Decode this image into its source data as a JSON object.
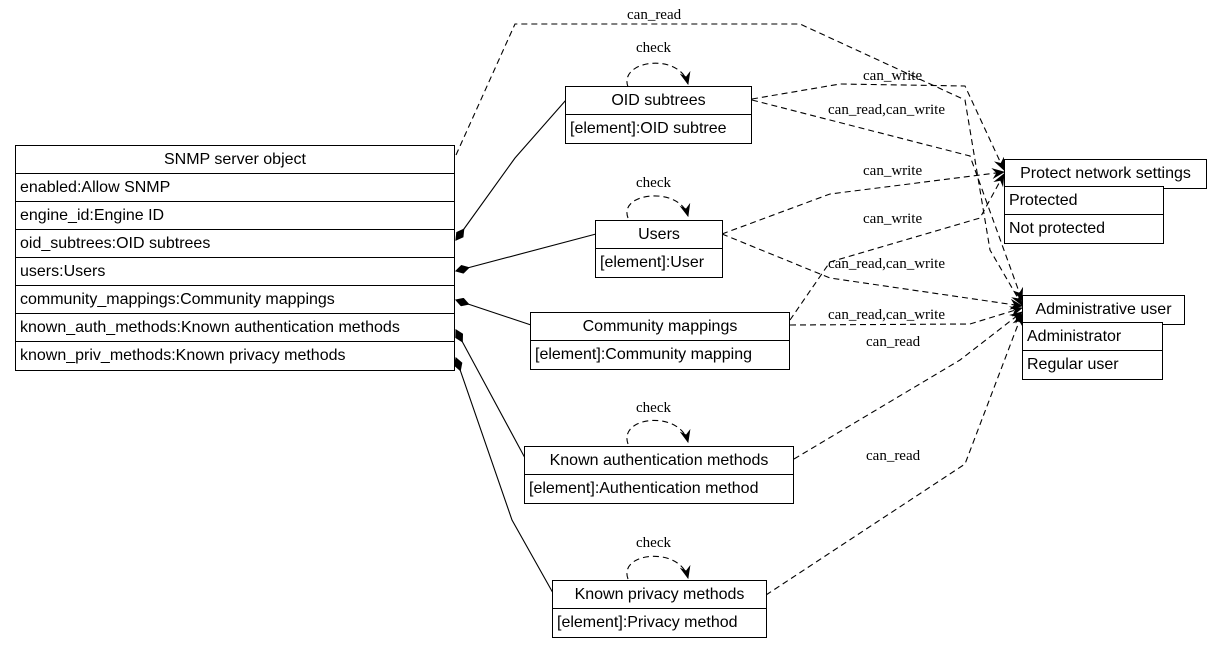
{
  "snmp": {
    "title": "SNMP server object",
    "fields": [
      "enabled:Allow SNMP",
      "engine_id:Engine ID",
      "oid_subtrees:OID subtrees",
      "users:Users",
      "community_mappings:Community mappings",
      "known_auth_methods:Known authentication methods",
      "known_priv_methods:Known privacy methods"
    ]
  },
  "oid_subtrees": {
    "title": "OID subtrees",
    "element": "[element]:OID subtree"
  },
  "users": {
    "title": "Users",
    "element": "[element]:User"
  },
  "community_mappings": {
    "title": "Community mappings",
    "element": "[element]:Community mapping"
  },
  "known_auth": {
    "title": "Known authentication methods",
    "element": "[element]:Authentication method"
  },
  "known_priv": {
    "title": "Known privacy methods",
    "element": "[element]:Privacy method"
  },
  "protect": {
    "title": "Protect network settings",
    "values": [
      "Protected",
      "Not protected"
    ]
  },
  "admin": {
    "title": "Administrative user",
    "values": [
      "Administrator",
      "Regular user"
    ]
  },
  "edge_labels": {
    "top_can_read": "can_read",
    "check": "check",
    "oid_can_write": "can_write",
    "oid_can_read_write": "can_read,can_write",
    "users_can_write": "can_write",
    "cm_can_write": "can_write",
    "users_can_read_write": "can_read,can_write",
    "cm_can_read_write": "can_read,can_write",
    "auth_can_read": "can_read",
    "priv_can_read": "can_read"
  }
}
